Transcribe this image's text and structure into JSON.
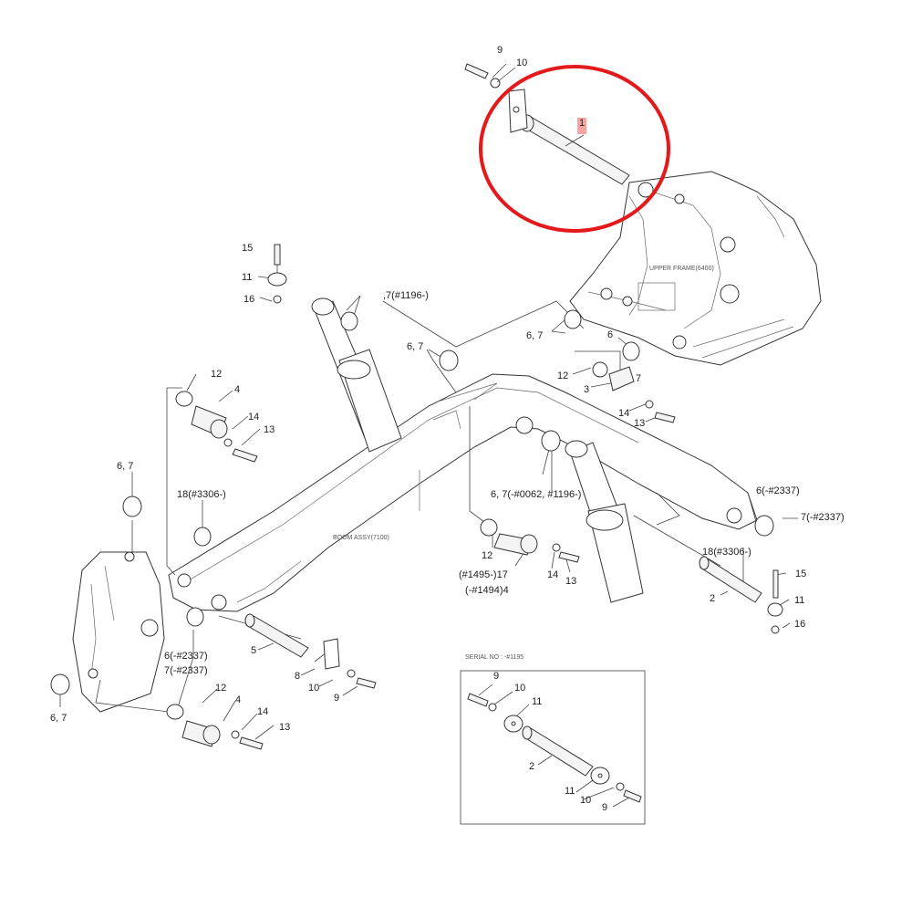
{
  "labels": {
    "upper_frame": "UPPER FRAME(6400)",
    "boom_assy": "BOOM ASSY(7100)",
    "serial_no": "SERIAL NO : -#1195",
    "top_9": "9",
    "top_10": "10",
    "top_1": "1",
    "l15": "15",
    "l11": "11",
    "l16": "16",
    "l7_1196": ",7(#1196-)",
    "l67_a": "6, 7",
    "l67_b": "6, 7",
    "l6_r": "6",
    "l7_r": "7",
    "l12_r": "12",
    "l3": "3",
    "l14_r": "14",
    "l13_r": "13",
    "l12_tl": "12",
    "l4_tl": "4",
    "l14_tl": "14",
    "l13_tl": "13",
    "l67_left": "6, 7",
    "l18_3306": "18(#3306-)",
    "l67_mid": "6, 7(-#0062, #1196-)",
    "l6_2337_r": "6(-#2337)",
    "l7_2337_r": "7(-#2337)",
    "l18_3306_r": "18(#3306-)",
    "l15_r": "15",
    "l11_r": "11",
    "l16_r": "16",
    "l2_r": "2",
    "l12_mid": "12",
    "l17": "(#1495-)17",
    "l4_mid": "(-#1494)4",
    "l14_mid": "14",
    "l13_mid": "13",
    "l6_2337_l": "6(-#2337)",
    "l7_2337_l": "7(-#2337)",
    "l5": "5",
    "l8": "8",
    "l10_b": "10",
    "l9_b": "9",
    "l12_bl": "12",
    "l4_bl": "4",
    "l14_bl": "14",
    "l13_bl": "13",
    "l67_bl": "6, 7",
    "box_9a": "9",
    "box_10": "10",
    "box_11a": "11",
    "box_2": "2",
    "box_11b": "11",
    "box_10b": "10",
    "box_9b": "9"
  },
  "highlight": {
    "color": "#e3191c",
    "marker_color": "#f5a3a3",
    "target_part": "1"
  }
}
